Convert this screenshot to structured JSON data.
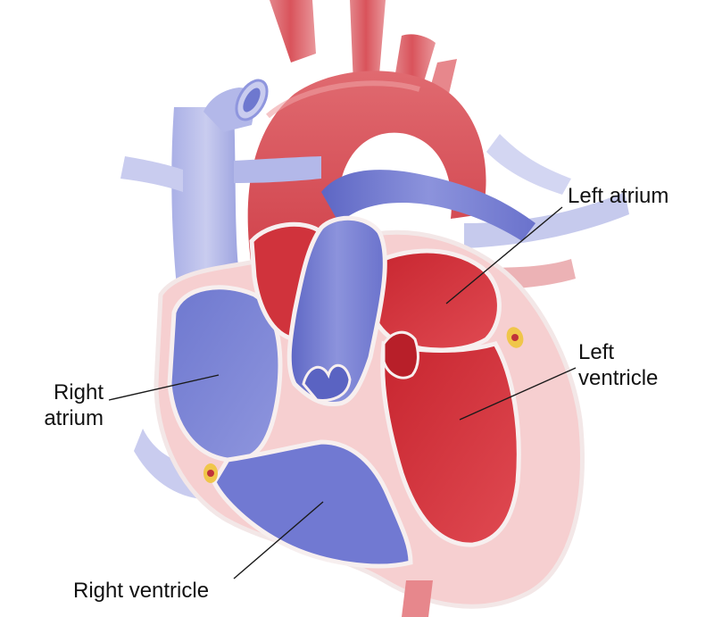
{
  "labels": {
    "left_atrium": "Left atrium",
    "left_ventricle": [
      "Left",
      "ventricle"
    ],
    "right_atrium": [
      "Right",
      "atrium"
    ],
    "right_ventricle": "Right ventricle"
  },
  "colors": {
    "oxygenated_blood": "#d23a45",
    "deoxygenated_blood": "#7b83d6",
    "heart_muscle": "#f6cfd0",
    "outline": "#fbeeee",
    "label_text": "#111111"
  }
}
